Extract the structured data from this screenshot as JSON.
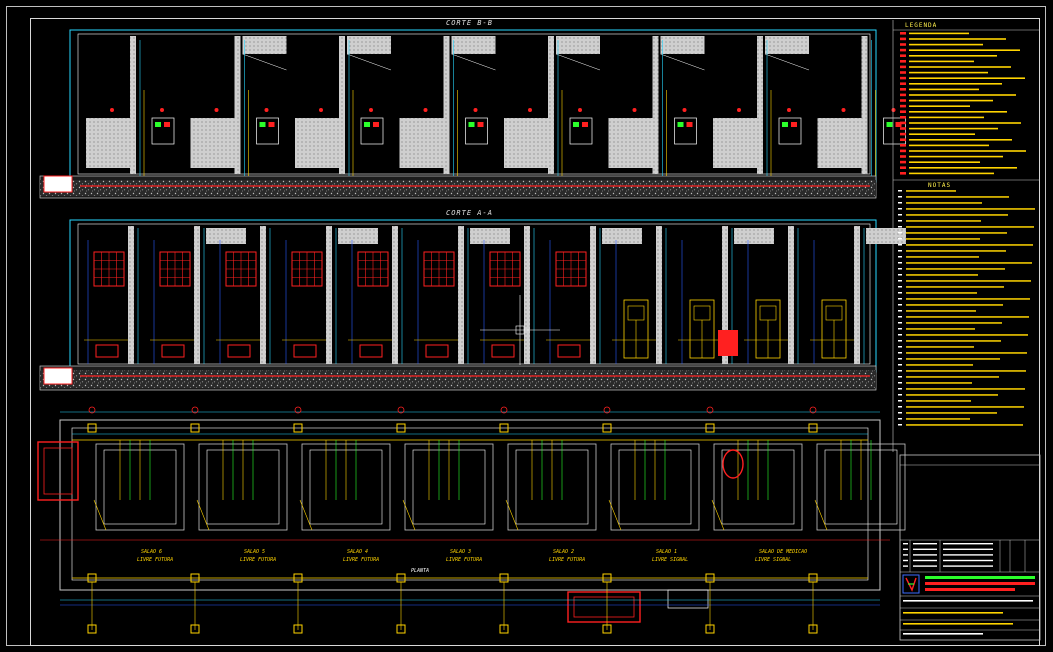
{
  "drawing": {
    "section_bb_title": "CORTE B-B",
    "section_aa_title": "CORTE A-A",
    "plan_label": "PLANTA",
    "legend_title": "LEGENDA",
    "notes_title": "NOTAS"
  },
  "rooms": [
    {
      "line1": "SALAO 6",
      "line2": "LIVRE FUTURA"
    },
    {
      "line1": "SALAO 5",
      "line2": "LIVRE FUTURA"
    },
    {
      "line1": "SALAO 4",
      "line2": "LIVRE FUTURA"
    },
    {
      "line1": "SALAO 3",
      "line2": "LIVRE FUTURA"
    },
    {
      "line1": "SALAO 2",
      "line2": "LIVRE FUTURA"
    },
    {
      "line1": "SALAO 1",
      "line2": "LIVRE SIGNAL"
    },
    {
      "line1": "SALAO DE MEDICAO",
      "line2": "LIVRE SIGNAL"
    }
  ],
  "colors": {
    "cyan": "#27d8ff",
    "yellow": "#ffd400",
    "red": "#ff2020",
    "green": "#2bff2b",
    "blue": "#2b5bff",
    "gray": "#c8c8c8",
    "white": "#ffffff"
  }
}
